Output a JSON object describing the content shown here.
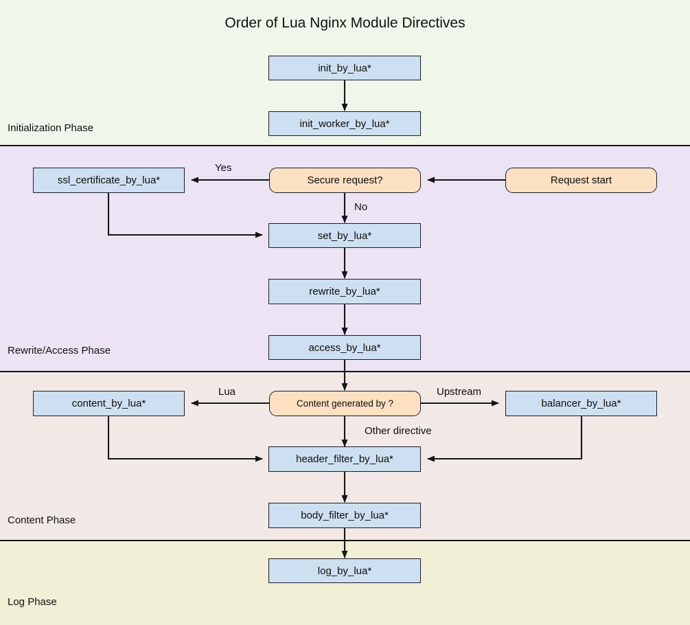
{
  "title": "Order of Lua Nginx Module Directives",
  "colors": {
    "process_fill": "#cddff0",
    "decision_fill": "#fbe0c2",
    "stroke": "#1a1a2a",
    "init_band": "#eff6ea",
    "rewrite_band": "#ece4f4",
    "content_band": "#f2e9e7",
    "log_band": "#f1efd5"
  },
  "bands": [
    {
      "id": "initialization",
      "label": "Initialization Phase"
    },
    {
      "id": "rewrite_access",
      "label": "Rewrite/Access Phase"
    },
    {
      "id": "content",
      "label": "Content Phase"
    },
    {
      "id": "log",
      "label": "Log Phase"
    }
  ],
  "nodes": [
    {
      "id": "init_by_lua",
      "label": "init_by_lua*",
      "shape": "process",
      "phase": "initialization"
    },
    {
      "id": "init_worker_by_lua",
      "label": "init_worker_by_lua*",
      "shape": "process",
      "phase": "initialization"
    },
    {
      "id": "request_start",
      "label": "Request start",
      "shape": "decision",
      "phase": "rewrite_access"
    },
    {
      "id": "secure_request",
      "label": "Secure request?",
      "shape": "decision",
      "phase": "rewrite_access"
    },
    {
      "id": "ssl_certificate",
      "label": "ssl_certificate_by_lua*",
      "shape": "process",
      "phase": "rewrite_access"
    },
    {
      "id": "set_by_lua",
      "label": "set_by_lua*",
      "shape": "process",
      "phase": "rewrite_access"
    },
    {
      "id": "rewrite_by_lua",
      "label": "rewrite_by_lua*",
      "shape": "process",
      "phase": "rewrite_access"
    },
    {
      "id": "access_by_lua",
      "label": "access_by_lua*",
      "shape": "process",
      "phase": "rewrite_access"
    },
    {
      "id": "content_generated",
      "label": "Content generated by ?",
      "shape": "decision",
      "phase": "content"
    },
    {
      "id": "content_by_lua",
      "label": "content_by_lua*",
      "shape": "process",
      "phase": "content"
    },
    {
      "id": "balancer_by_lua",
      "label": "balancer_by_lua*",
      "shape": "process",
      "phase": "content"
    },
    {
      "id": "header_filter_by_lua",
      "label": "header_filter_by_lua*",
      "shape": "process",
      "phase": "content"
    },
    {
      "id": "body_filter_by_lua",
      "label": "body_filter_by_lua*",
      "shape": "process",
      "phase": "content"
    },
    {
      "id": "log_by_lua",
      "label": "log_by_lua*",
      "shape": "process",
      "phase": "log"
    }
  ],
  "edges": [
    {
      "from": "init_by_lua",
      "to": "init_worker_by_lua",
      "label": ""
    },
    {
      "from": "request_start",
      "to": "secure_request",
      "label": ""
    },
    {
      "from": "secure_request",
      "to": "ssl_certificate",
      "label": "Yes"
    },
    {
      "from": "secure_request",
      "to": "set_by_lua",
      "label": "No"
    },
    {
      "from": "ssl_certificate",
      "to": "set_by_lua",
      "label": ""
    },
    {
      "from": "set_by_lua",
      "to": "rewrite_by_lua",
      "label": ""
    },
    {
      "from": "rewrite_by_lua",
      "to": "access_by_lua",
      "label": ""
    },
    {
      "from": "access_by_lua",
      "to": "content_generated",
      "label": ""
    },
    {
      "from": "content_generated",
      "to": "content_by_lua",
      "label": "Lua"
    },
    {
      "from": "content_generated",
      "to": "balancer_by_lua",
      "label": "Upstream"
    },
    {
      "from": "content_generated",
      "to": "header_filter_by_lua",
      "label": "Other directive"
    },
    {
      "from": "content_by_lua",
      "to": "header_filter_by_lua",
      "label": ""
    },
    {
      "from": "balancer_by_lua",
      "to": "header_filter_by_lua",
      "label": ""
    },
    {
      "from": "header_filter_by_lua",
      "to": "body_filter_by_lua",
      "label": ""
    },
    {
      "from": "body_filter_by_lua",
      "to": "log_by_lua",
      "label": ""
    }
  ],
  "edge_labels": {
    "yes": "Yes",
    "no": "No",
    "lua": "Lua",
    "upstream": "Upstream",
    "other_directive": "Other directive"
  }
}
